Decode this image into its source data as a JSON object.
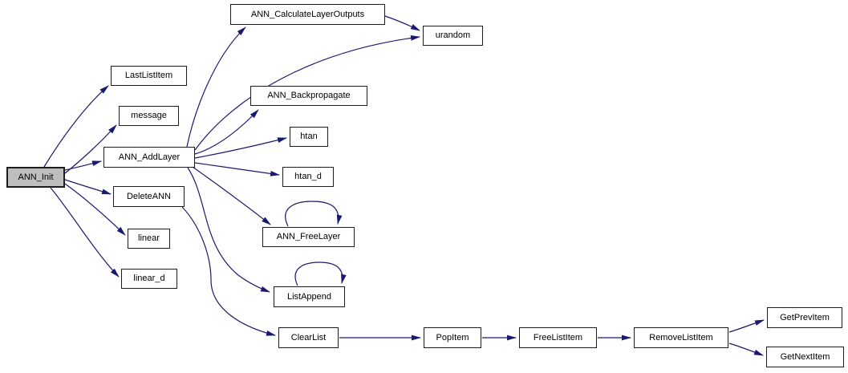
{
  "graph": {
    "type": "call-graph",
    "root": "ANN_Init",
    "colors": {
      "edge": "#191970",
      "node_fill": "#ffffff",
      "node_border": "#1c1c1c",
      "root_fill": "#bebebe",
      "text": "#000000",
      "background": "#ffffff"
    },
    "nodes": {
      "ANN_Init": {
        "label": "ANN_Init",
        "root": true
      },
      "LastListItem": {
        "label": "LastListItem"
      },
      "message": {
        "label": "message"
      },
      "ANN_AddLayer": {
        "label": "ANN_AddLayer"
      },
      "DeleteANN": {
        "label": "DeleteANN"
      },
      "linear": {
        "label": "linear"
      },
      "linear_d": {
        "label": "linear_d"
      },
      "ANN_CalculateLayerOutputs": {
        "label": "ANN_CalculateLayerOutputs"
      },
      "urandom": {
        "label": "urandom"
      },
      "ANN_Backpropagate": {
        "label": "ANN_Backpropagate"
      },
      "htan": {
        "label": "htan"
      },
      "htan_d": {
        "label": "htan_d"
      },
      "ANN_FreeLayer": {
        "label": "ANN_FreeLayer"
      },
      "ListAppend": {
        "label": "ListAppend"
      },
      "ClearList": {
        "label": "ClearList"
      },
      "PopItem": {
        "label": "PopItem"
      },
      "FreeListItem": {
        "label": "FreeListItem"
      },
      "RemoveListItem": {
        "label": "RemoveListItem"
      },
      "GetPrevItem": {
        "label": "GetPrevItem"
      },
      "GetNextItem": {
        "label": "GetNextItem"
      }
    },
    "edges": [
      {
        "from": "ANN_Init",
        "to": "LastListItem"
      },
      {
        "from": "ANN_Init",
        "to": "message"
      },
      {
        "from": "ANN_Init",
        "to": "ANN_AddLayer"
      },
      {
        "from": "ANN_Init",
        "to": "DeleteANN"
      },
      {
        "from": "ANN_Init",
        "to": "linear"
      },
      {
        "from": "ANN_Init",
        "to": "linear_d"
      },
      {
        "from": "ANN_AddLayer",
        "to": "ANN_CalculateLayerOutputs"
      },
      {
        "from": "ANN_AddLayer",
        "to": "urandom"
      },
      {
        "from": "ANN_AddLayer",
        "to": "ANN_Backpropagate"
      },
      {
        "from": "ANN_AddLayer",
        "to": "htan"
      },
      {
        "from": "ANN_AddLayer",
        "to": "htan_d"
      },
      {
        "from": "ANN_AddLayer",
        "to": "ANN_FreeLayer"
      },
      {
        "from": "ANN_AddLayer",
        "to": "ListAppend"
      },
      {
        "from": "ANN_CalculateLayerOutputs",
        "to": "urandom"
      },
      {
        "from": "DeleteANN",
        "to": "ClearList"
      },
      {
        "from": "ANN_FreeLayer",
        "to": "ANN_FreeLayer"
      },
      {
        "from": "ListAppend",
        "to": "ListAppend"
      },
      {
        "from": "ClearList",
        "to": "PopItem"
      },
      {
        "from": "PopItem",
        "to": "FreeListItem"
      },
      {
        "from": "FreeListItem",
        "to": "RemoveListItem"
      },
      {
        "from": "RemoveListItem",
        "to": "GetPrevItem"
      },
      {
        "from": "RemoveListItem",
        "to": "GetNextItem"
      }
    ]
  }
}
